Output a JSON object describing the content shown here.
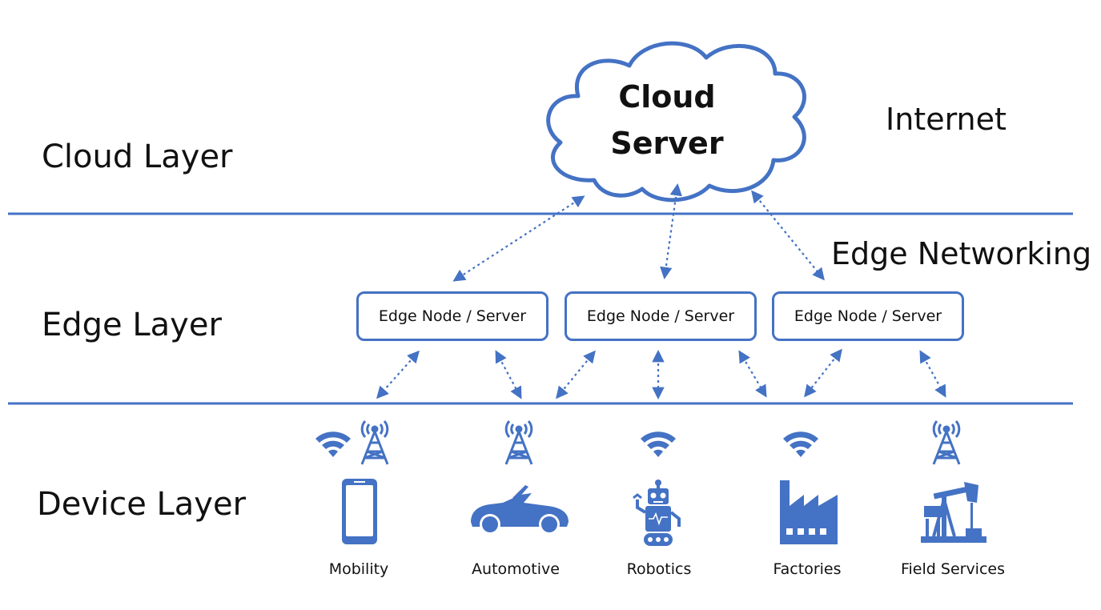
{
  "layers": {
    "cloud": "Cloud Layer",
    "edge": "Edge Layer",
    "device": "Device Layer"
  },
  "side_labels": {
    "internet": "Internet",
    "edge_networking": "Edge Networking"
  },
  "cloud": {
    "line1": "Cloud",
    "line2": "Server"
  },
  "edge_nodes": [
    {
      "label": "Edge Node / Server"
    },
    {
      "label": "Edge Node / Server"
    },
    {
      "label": "Edge Node / Server"
    }
  ],
  "devices": [
    {
      "label": "Mobility",
      "icon": "smartphone-icon",
      "signals": [
        "wifi-icon",
        "cell-tower-icon"
      ]
    },
    {
      "label": "Automotive",
      "icon": "car-icon",
      "signals": [
        "cell-tower-icon"
      ]
    },
    {
      "label": "Robotics",
      "icon": "robot-icon",
      "signals": [
        "wifi-icon"
      ]
    },
    {
      "label": "Factories",
      "icon": "factory-icon",
      "signals": [
        "wifi-icon"
      ]
    },
    {
      "label": "Field Services",
      "icon": "oil-pump-icon",
      "signals": [
        "cell-tower-icon"
      ]
    }
  ],
  "colors": {
    "accent": "#4472C4",
    "text": "#111111",
    "background": "#ffffff"
  }
}
